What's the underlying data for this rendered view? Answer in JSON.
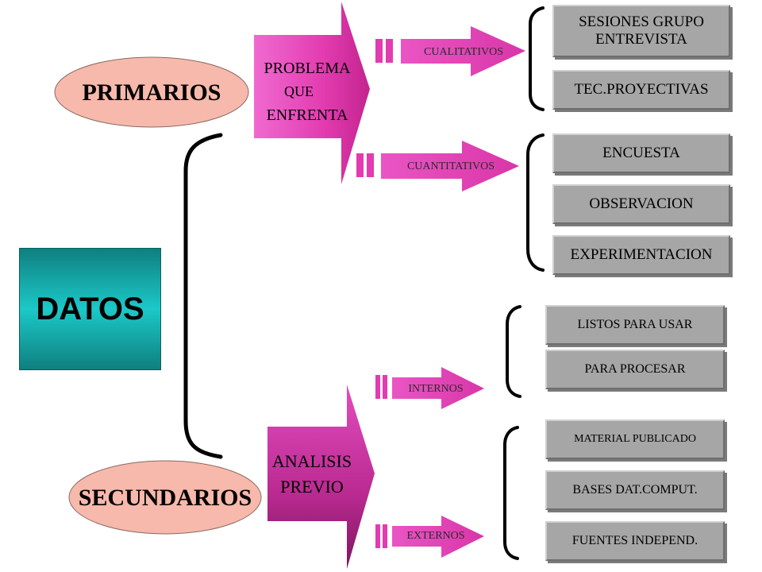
{
  "root": {
    "label": "DATOS"
  },
  "primarios": {
    "label": "PRIMARIOS",
    "arrow_lines": [
      "PROBLEMA",
      "QUE",
      "ENFRENTA"
    ],
    "groups": [
      {
        "label": "CUALITATIVOS",
        "items": [
          "SESIONES GRUPO",
          "ENTREVISTA",
          "TEC.PROYECTIVAS"
        ]
      },
      {
        "label": "CUANTITATIVOS",
        "items": [
          "ENCUESTA",
          "OBSERVACION",
          "EXPERIMENTACION"
        ]
      }
    ]
  },
  "secundarios": {
    "label": "SECUNDARIOS",
    "arrow_lines": [
      "ANALISIS",
      "PREVIO"
    ],
    "groups": [
      {
        "label": "INTERNOS",
        "items": [
          "LISTOS PARA USAR",
          "PARA PROCESAR"
        ]
      },
      {
        "label": "EXTERNOS",
        "items": [
          "MATERIAL PUBLICADO",
          "BASES DAT.COMPUT.",
          "FUENTES INDEPEND."
        ]
      }
    ]
  },
  "colors": {
    "oval_fill": "#f6b9ab",
    "arrow_magenta": "#e23cb0",
    "box_gray": "#a6a6a6",
    "teal": "#1cc8c8"
  }
}
